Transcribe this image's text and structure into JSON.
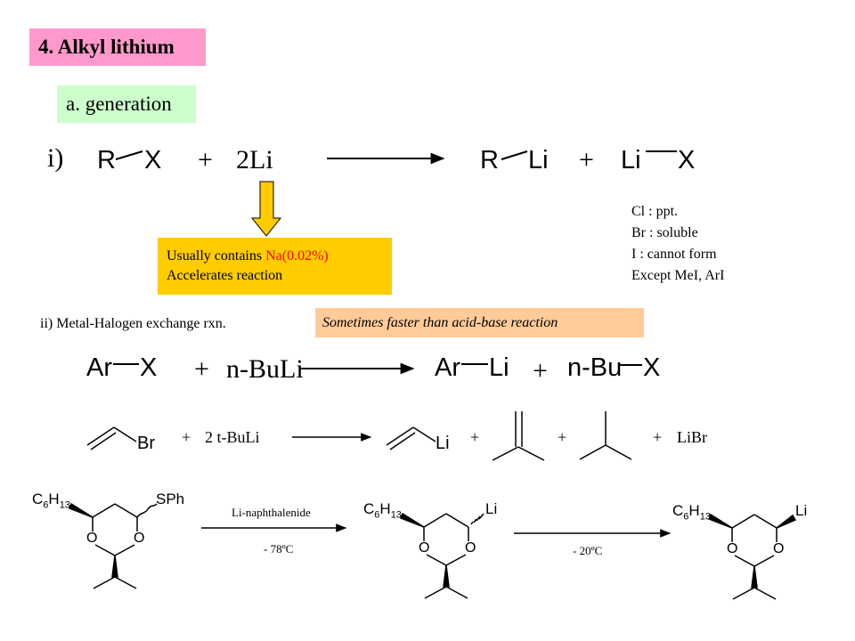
{
  "title": "4. Alkyl lithium",
  "subtitle": "a. generation",
  "step_i": {
    "label": "i)",
    "reactant_left": "R",
    "reactant_right": "X",
    "plus1": "+",
    "reagent": "2Li",
    "product1_left": "R",
    "product1_right": "Li",
    "plus2": "+",
    "product2_left": "Li",
    "product2_right": "X",
    "note_text": "Usually contains ",
    "note_na": "Na(0.02%)",
    "note_line2": "Accelerates reaction",
    "halides": [
      "Cl : ppt.",
      "Br : soluble",
      "I : cannot form",
      "Except MeI, ArI"
    ]
  },
  "step_ii": {
    "label": "ii) Metal-Halogen exchange rxn.",
    "faster_note": "Sometimes faster than acid-base reaction",
    "reactant_left": "Ar",
    "reactant_right": "X",
    "plus1": "+",
    "reagent": "n-BuLi",
    "product1_left": "Ar",
    "product1_right": "Li",
    "plus2": "+",
    "product2_left": "n-Bu",
    "product2_right": "X"
  },
  "vinyl_reaction": {
    "br": "Br",
    "plus1": "+",
    "reagent": "2 t-BuLi",
    "li": "Li",
    "plus2": "+",
    "plus3": "+",
    "plus4": "+",
    "libr": "LiBr"
  },
  "dioxane_reaction": {
    "c6h13_c": "C",
    "c6h13_6": "6",
    "c6h13_h": "H",
    "c6h13_13": "13",
    "sph": "SPh",
    "o": "O",
    "li": "Li",
    "arrow1_top": "Li-naphthalenide",
    "arrow1_bottom": "- 78ºC",
    "arrow2_bottom": "- 20ºC"
  },
  "colors": {
    "title_bg": "#ff99cc",
    "subtitle_bg": "#ccffcc",
    "note_bg": "#ffcc00",
    "faster_bg": "#ffcc99",
    "na_text": "#ff0000"
  }
}
